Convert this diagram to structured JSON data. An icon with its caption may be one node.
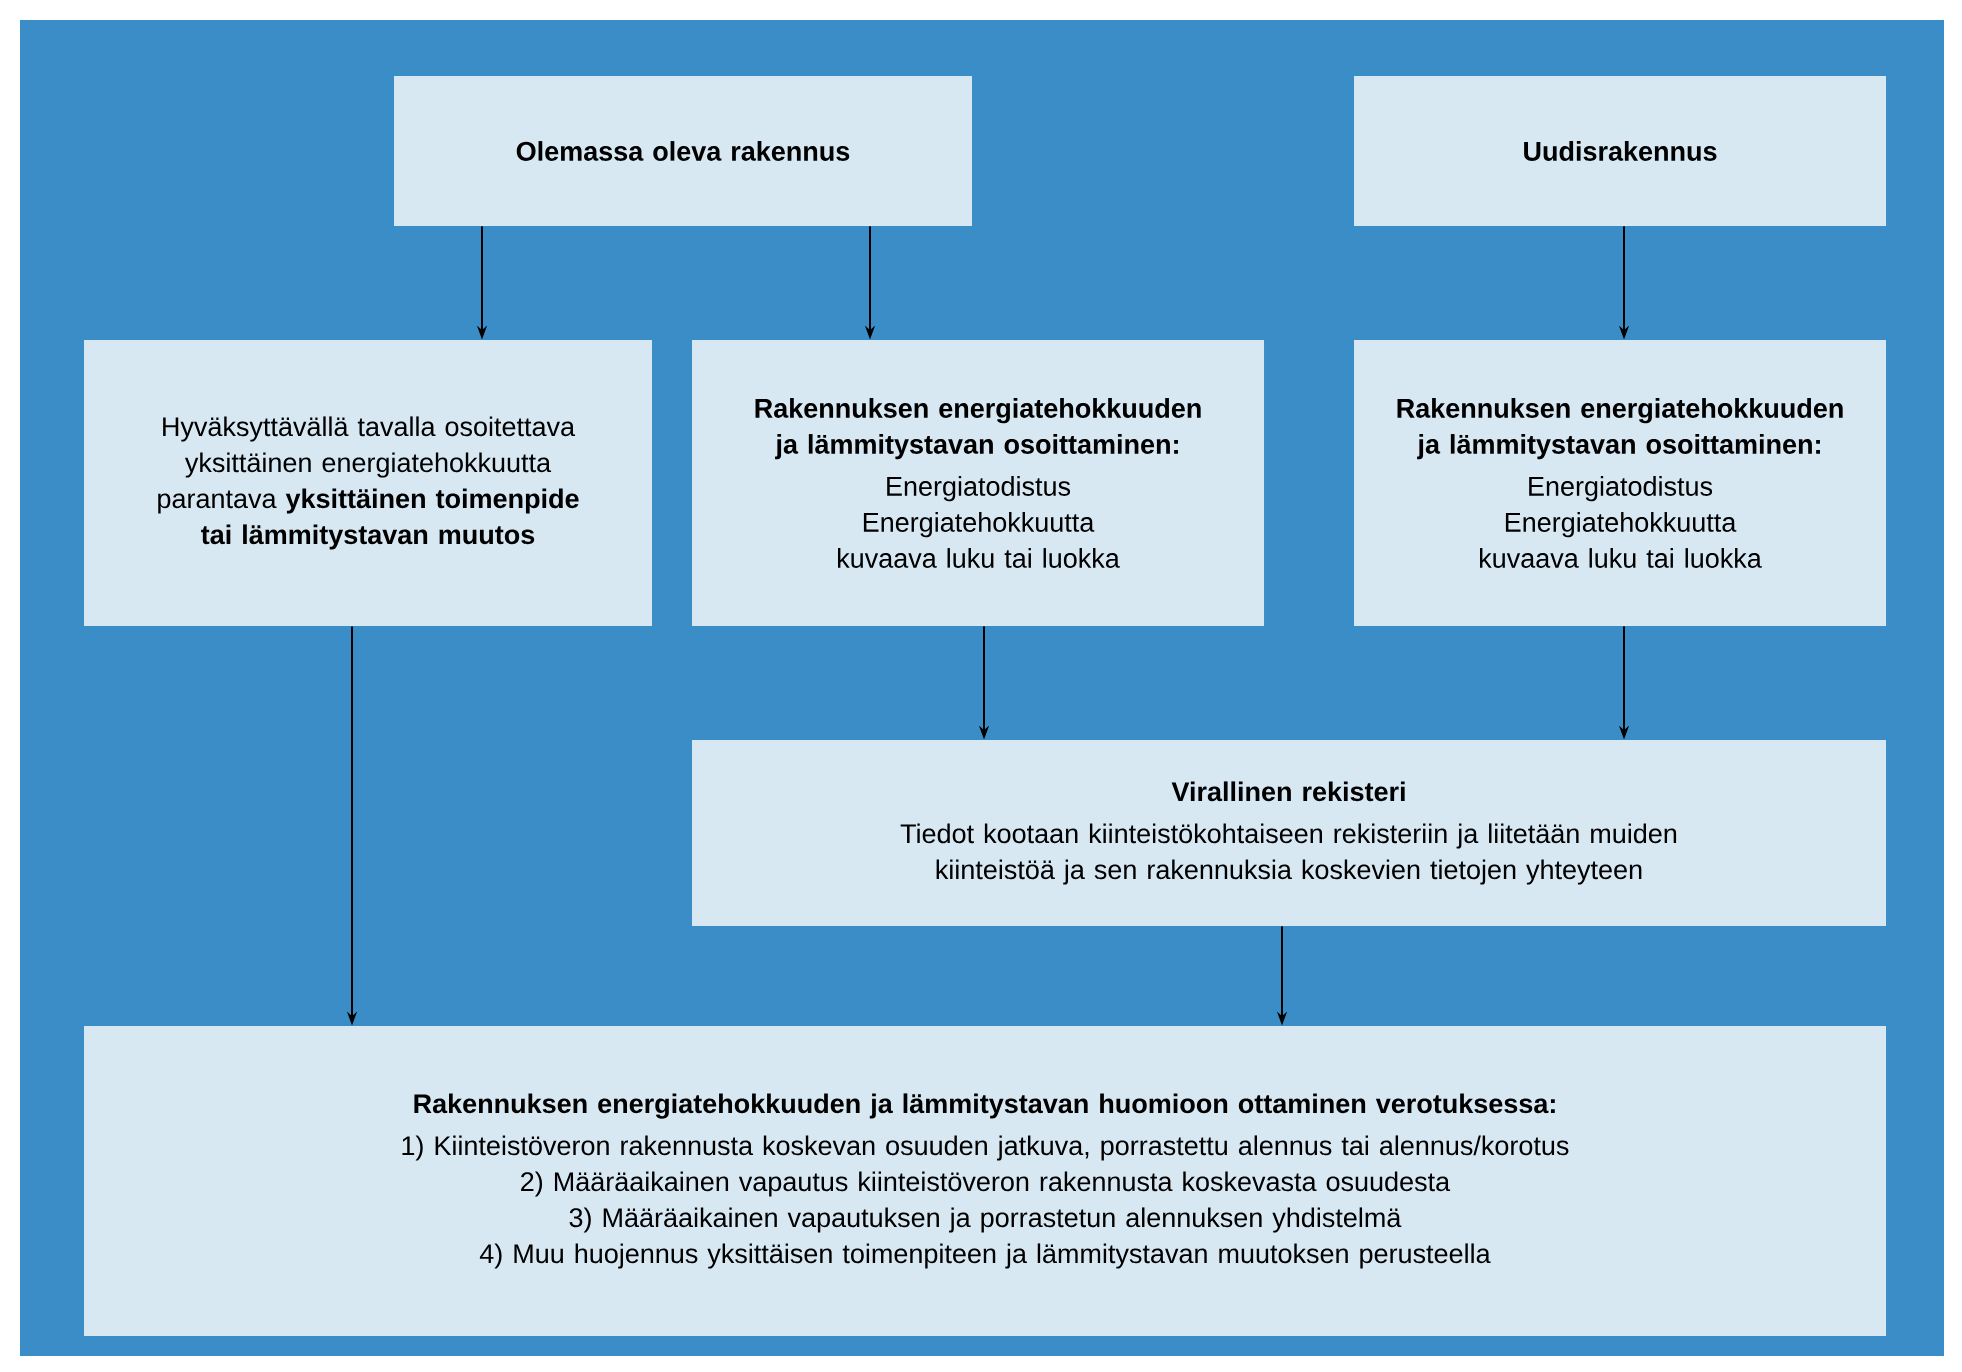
{
  "diagram": {
    "nodes": [
      {
        "text": [
          "Olemassa oleva rakennus"
        ]
      },
      {
        "text": [
          "Uudisrakennus"
        ]
      },
      {
        "text": [
          "Hyväksyttävällä tavalla osoitettava yksittäinen energiatehokkuutta parantava **yksittäinen toimenpide tai lämmitystavan muutos**"
        ]
      },
      {
        "text": [
          "Rakennuksen energiatehokkuuden ja lämmitystavan osoittaminen:",
          "Energiatodistus",
          "Energiatehokkuutta kuvaava luku tai luokka"
        ]
      },
      {
        "text": [
          "Rakennuksen energiatehokkuuden ja lämmitystavan osoittaminen:",
          "Energiatodistus",
          "Energiatehokkuutta kuvaava luku tai luokka"
        ]
      },
      {
        "text": [
          "Virallinen rekisteri",
          "Tiedot kootaan kiinteistökohtaiseen rekisteriin ja liitetään muiden kiinteistöä ja sen rakennuksia koskevien tietojen yhteyteen"
        ]
      },
      {
        "text": [
          "Rakennuksen energiatehokkuuden ja lämmitystavan huomioon ottaminen verotuksessa:",
          "1) Kiinteistöveron rakennusta koskevan osuuden jatkuva, porrastettu alennus tai alennus/korotus",
          "2) Määräaikainen vapautus kiinteistöveron rakennusta koskevasta osuudesta",
          "3) Määräaikainen vapautuksen ja porrastetun alennuksen yhdistelmä",
          "4) Muu huojennus yksittäisen toimenpiteen ja lämmitystavan muutoksen perusteella"
        ]
      }
    ],
    "edges": [
      {
        "from": 0,
        "to": 2,
        "arrow": "to"
      },
      {
        "from": 0,
        "to": 3,
        "arrow": "to"
      },
      {
        "from": 1,
        "to": 4,
        "arrow": "to"
      },
      {
        "from": 3,
        "to": 5,
        "arrow": "to"
      },
      {
        "from": 4,
        "to": 5,
        "arrow": "to"
      },
      {
        "from": 2,
        "to": 6,
        "arrow": "to"
      },
      {
        "from": 5,
        "to": 6,
        "arrow": "to"
      }
    ]
  }
}
